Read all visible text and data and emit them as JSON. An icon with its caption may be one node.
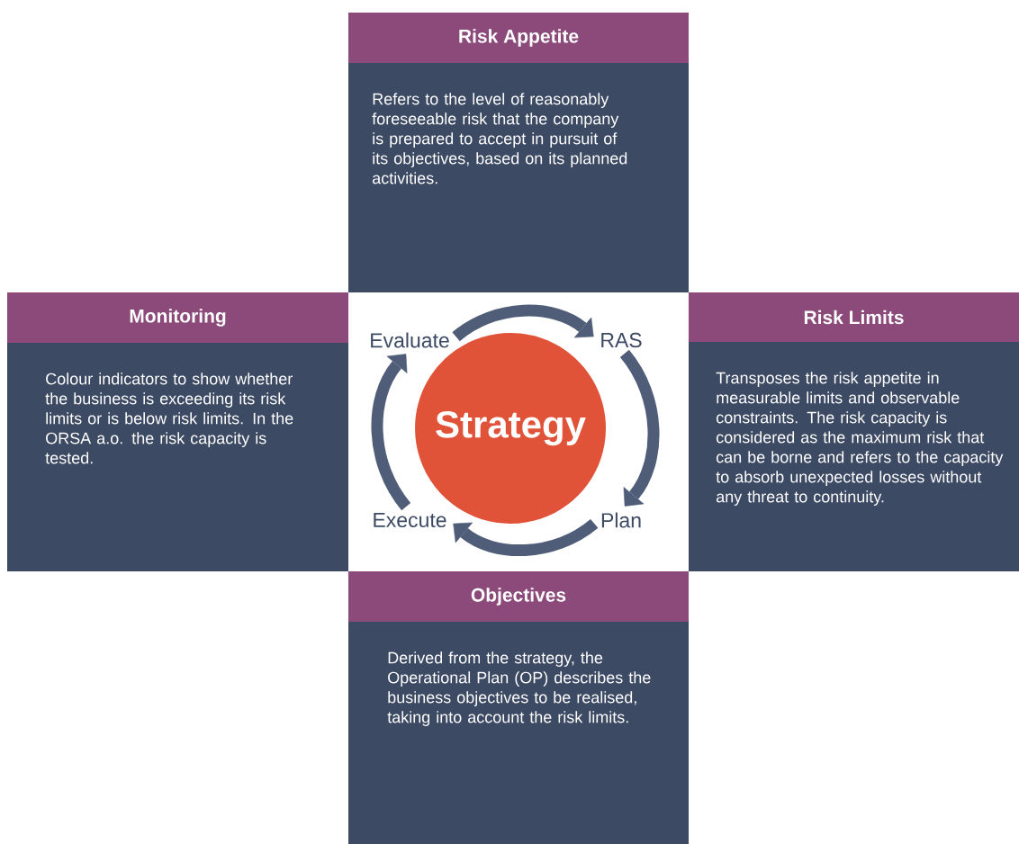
{
  "diagram": {
    "nodes": [
      {
        "text": [
          "Risk Appetite",
          "Refers to the level of reasonably foreseeable risk that the company is prepared to accept in pursuit of its objectives, based on its planned activities."
        ]
      },
      {
        "text": [
          "Monitoring",
          "Colour indicators to show whether the business is exceeding its risk limits or is below risk limits. In the ORSA a.o. the risk capacity is tested."
        ]
      },
      {
        "text": [
          "Evaluate"
        ]
      },
      {
        "text": [
          "RAS"
        ]
      },
      {
        "text": [
          "Strategy"
        ]
      },
      {
        "text": [
          "Risk Limits",
          "Transposes the risk appetite in measurable limits and observable constraints. The risk capacity is considered as the maximum risk that can be borne and refers to the capacity to absorb unexpected losses without any threat to continuity."
        ]
      },
      {
        "text": [
          "Execute"
        ]
      },
      {
        "text": [
          "Plan"
        ]
      },
      {
        "text": [
          "Objectives",
          "Derived from the strategy, the Operational Plan (OP) describes the business objectives to be realised, taking into account the risk limits."
        ]
      }
    ],
    "edges": [
      {
        "from": 2,
        "to": 3,
        "arrow": "to"
      },
      {
        "from": 3,
        "to": 7,
        "arrow": "to"
      },
      {
        "from": 7,
        "to": 6,
        "arrow": "to"
      },
      {
        "from": 6,
        "to": 2,
        "arrow": "to"
      }
    ]
  }
}
